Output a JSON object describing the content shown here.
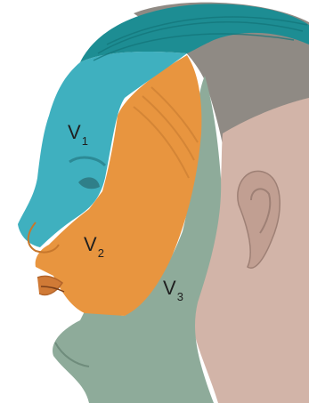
{
  "figure": {
    "colors": {
      "background": "#ffffff",
      "skin_light": "#d2b4a8",
      "skin_shadow": "#a98f87",
      "hair": "#8f8a84",
      "v1_region": "#3fb0bf",
      "v1_hair_region": "#1d8d93",
      "v2_region": "#e8953f",
      "v3_region": "#8eab9a"
    },
    "labels": [
      {
        "letter": "V",
        "subscript": "1"
      },
      {
        "letter": "V",
        "subscript": "2"
      },
      {
        "letter": "V",
        "subscript": "3"
      }
    ]
  }
}
